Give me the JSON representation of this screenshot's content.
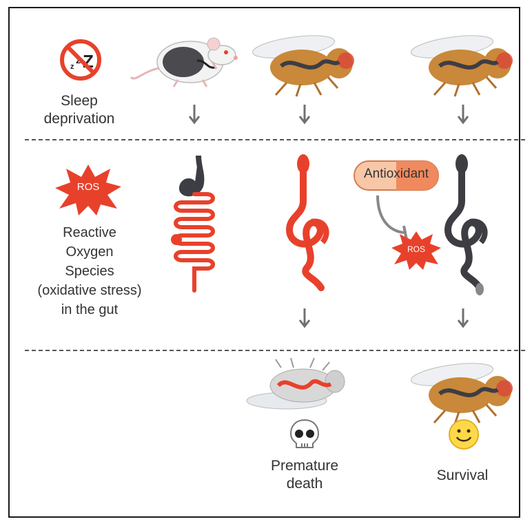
{
  "row1": {
    "sleep_label_line1": "Sleep",
    "sleep_label_line2": "deprivation"
  },
  "row2": {
    "ros_badge": "ROS",
    "ros_label_lines": [
      "Reactive",
      "Oxygen",
      "Species",
      "(oxidative stress)",
      "in the gut"
    ],
    "antioxidant_label": "Antioxidant",
    "ros_small": "ROS"
  },
  "row3": {
    "premature_line1": "Premature",
    "premature_line2": "death",
    "survival": "Survival"
  },
  "colors": {
    "red": "#e8412b",
    "dark": "#3d3d44",
    "arrow": "#707070",
    "pill": "#f4a27a",
    "fly_body": "#c9883a"
  }
}
